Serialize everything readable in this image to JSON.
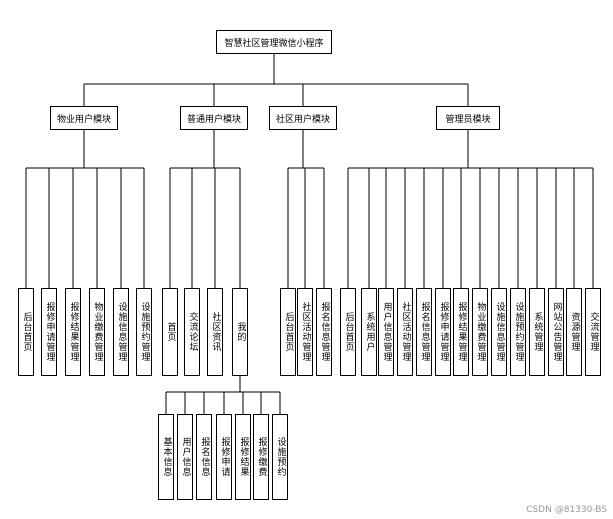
{
  "title": "智慧社区管理微信小程序",
  "modules": [
    {
      "label": "物业用户模块",
      "children": [
        "后台首页",
        "报修申请管理",
        "报修结果管理",
        "物业缴费管理",
        "设施信息管理",
        "设施预约管理"
      ]
    },
    {
      "label": "普通用户模块",
      "children": [
        "首页",
        "交流论坛",
        "社区资讯",
        "我的"
      ],
      "mine_children": [
        "基本信息",
        "用户信息",
        "报名信息",
        "报修申请",
        "报修结果",
        "报修缴费",
        "设施预约"
      ]
    },
    {
      "label": "社区用户模块",
      "children": [
        "后台首页",
        "社区活动管理",
        "报名信息管理"
      ]
    },
    {
      "label": "管理员模块",
      "children": [
        "后台首页",
        "系统用户",
        "用户信息管理",
        "社区活动管理",
        "报名信息管理",
        "报修申请管理",
        "报修结果管理",
        "物业缴费管理",
        "设施信息管理",
        "设施预约管理",
        "系统管理",
        "网站公告管理",
        "资源管理",
        "交流管理"
      ]
    }
  ],
  "watermark": "CSDN @81330-BS"
}
